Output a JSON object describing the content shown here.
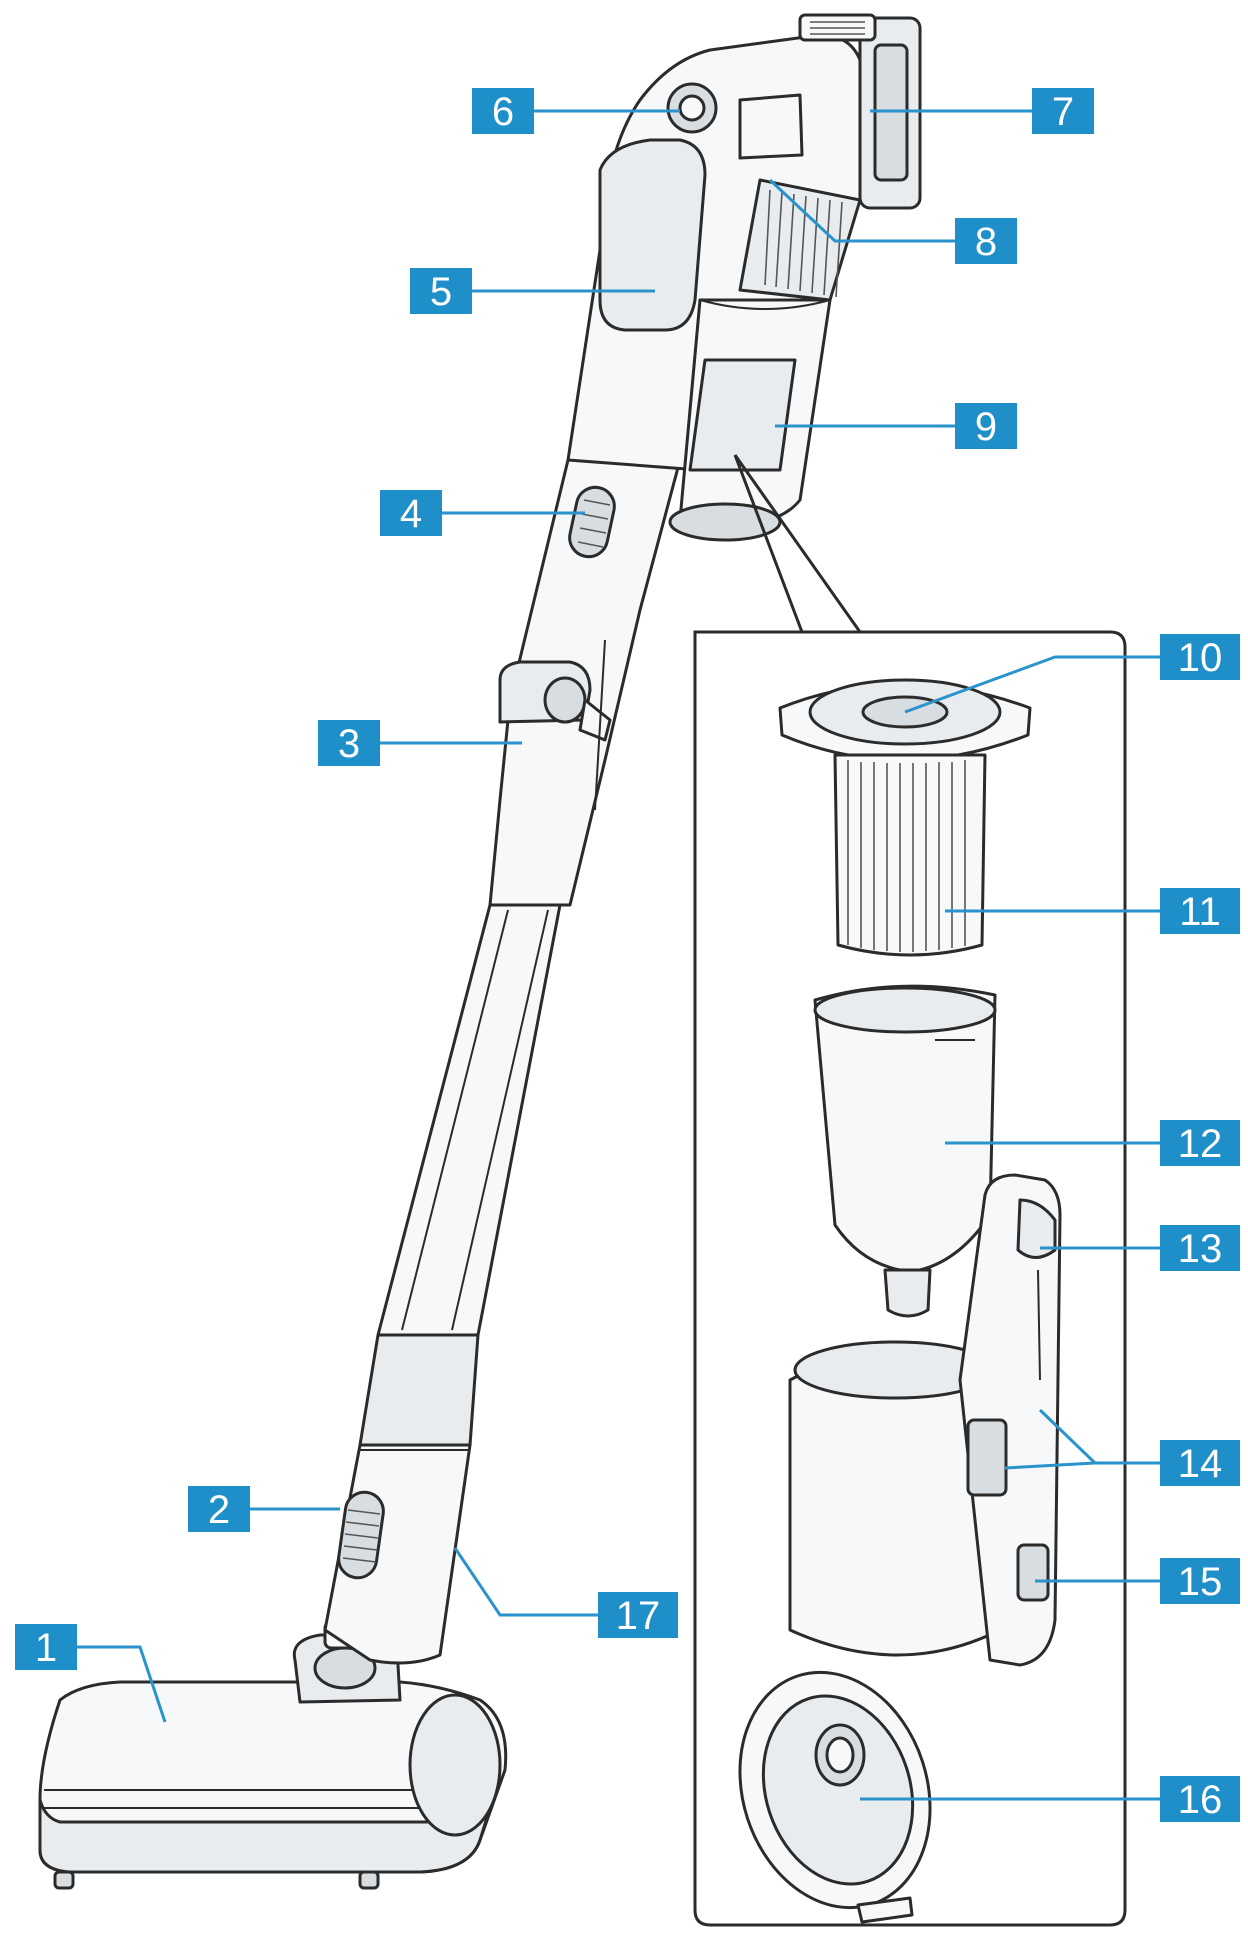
{
  "colors": {
    "badge": "#1f8fc9",
    "leader": "#2a93cc",
    "outline": "#2b2b2b"
  },
  "callouts": [
    {
      "id": "1",
      "label": "1"
    },
    {
      "id": "2",
      "label": "2"
    },
    {
      "id": "3",
      "label": "3"
    },
    {
      "id": "4",
      "label": "4"
    },
    {
      "id": "5",
      "label": "5"
    },
    {
      "id": "6",
      "label": "6"
    },
    {
      "id": "7",
      "label": "7"
    },
    {
      "id": "8",
      "label": "8"
    },
    {
      "id": "9",
      "label": "9"
    },
    {
      "id": "10",
      "label": "10"
    },
    {
      "id": "11",
      "label": "11"
    },
    {
      "id": "12",
      "label": "12"
    },
    {
      "id": "13",
      "label": "13"
    },
    {
      "id": "14",
      "label": "14"
    },
    {
      "id": "15",
      "label": "15"
    },
    {
      "id": "16",
      "label": "16"
    },
    {
      "id": "17",
      "label": "17"
    }
  ]
}
